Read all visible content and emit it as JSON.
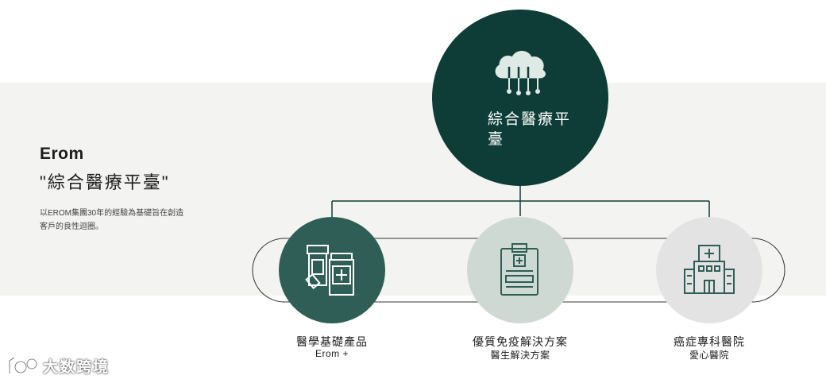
{
  "intro": {
    "brand": "Erom",
    "tagline": "\"綜合醫療平臺\"",
    "description": "以EROM集團30年的經驗為基礎旨在創造客戶的良性迴圈。"
  },
  "main": {
    "title": "綜合醫療平臺",
    "icon": "cloud-network-icon"
  },
  "categories": [
    {
      "title": "醫學基礎產品",
      "subtitle": "Erom +",
      "icon": "medicine-bottles-icon"
    },
    {
      "title": "優質免疫解決方案",
      "subtitle": "醫生解決方案",
      "icon": "clipboard-medical-icon"
    },
    {
      "title": "癌症專科醫院",
      "subtitle": "愛心醫院",
      "icon": "hospital-icon"
    }
  ],
  "watermark": {
    "text": "大数跨境",
    "icon": "logo-icon"
  },
  "colors": {
    "dark_green": "#0d3d36",
    "medium_green": "#2e5e55",
    "light_sage": "#cfd9d4",
    "light_gray": "#e3e3e3",
    "band": "#f3f3f2"
  }
}
